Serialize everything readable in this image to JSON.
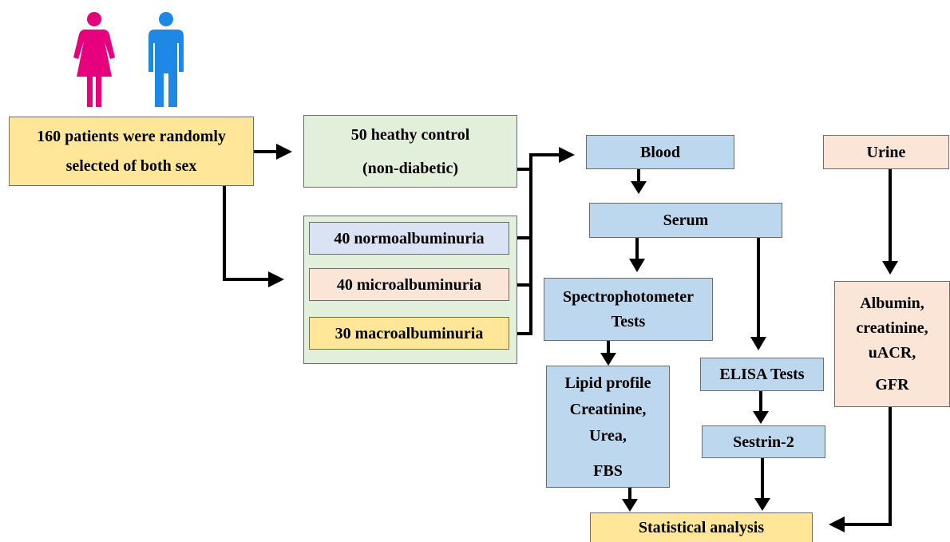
{
  "colors": {
    "yellow": "#ffe699",
    "green": "#e2efda",
    "blue": "#bdd7ee",
    "peach": "#fbe5d6",
    "lavender": "#dae3f3",
    "female_icon": "#e6007e",
    "male_icon": "#1e88e5",
    "arrows": "#000000"
  },
  "icons": [
    "female-person-icon",
    "male-person-icon"
  ],
  "patients": {
    "line1": "160 patients were randomly",
    "line2": "selected of both sex"
  },
  "control": {
    "line1": "50 heathy control",
    "line2": "(non-diabetic)"
  },
  "groups": [
    "40 normoalbuminuria",
    "40 microalbuminuria",
    "30 macroalbuminuria"
  ],
  "blood": "Blood",
  "urine": "Urine",
  "serum": "Serum",
  "spectro": {
    "line1": "Spectrophotometer",
    "line2": "Tests"
  },
  "lipid": {
    "line1": "Lipid profile",
    "line2": "Creatinine,",
    "line3": "Urea,",
    "line4": "FBS"
  },
  "elisa": "ELISA Tests",
  "sestrin": "Sestrin-2",
  "urine_tests": {
    "line1": "Albumin,",
    "line2": "creatinine,",
    "line3": "uACR,",
    "line4": "GFR"
  },
  "statistical": "Statistical analysis"
}
